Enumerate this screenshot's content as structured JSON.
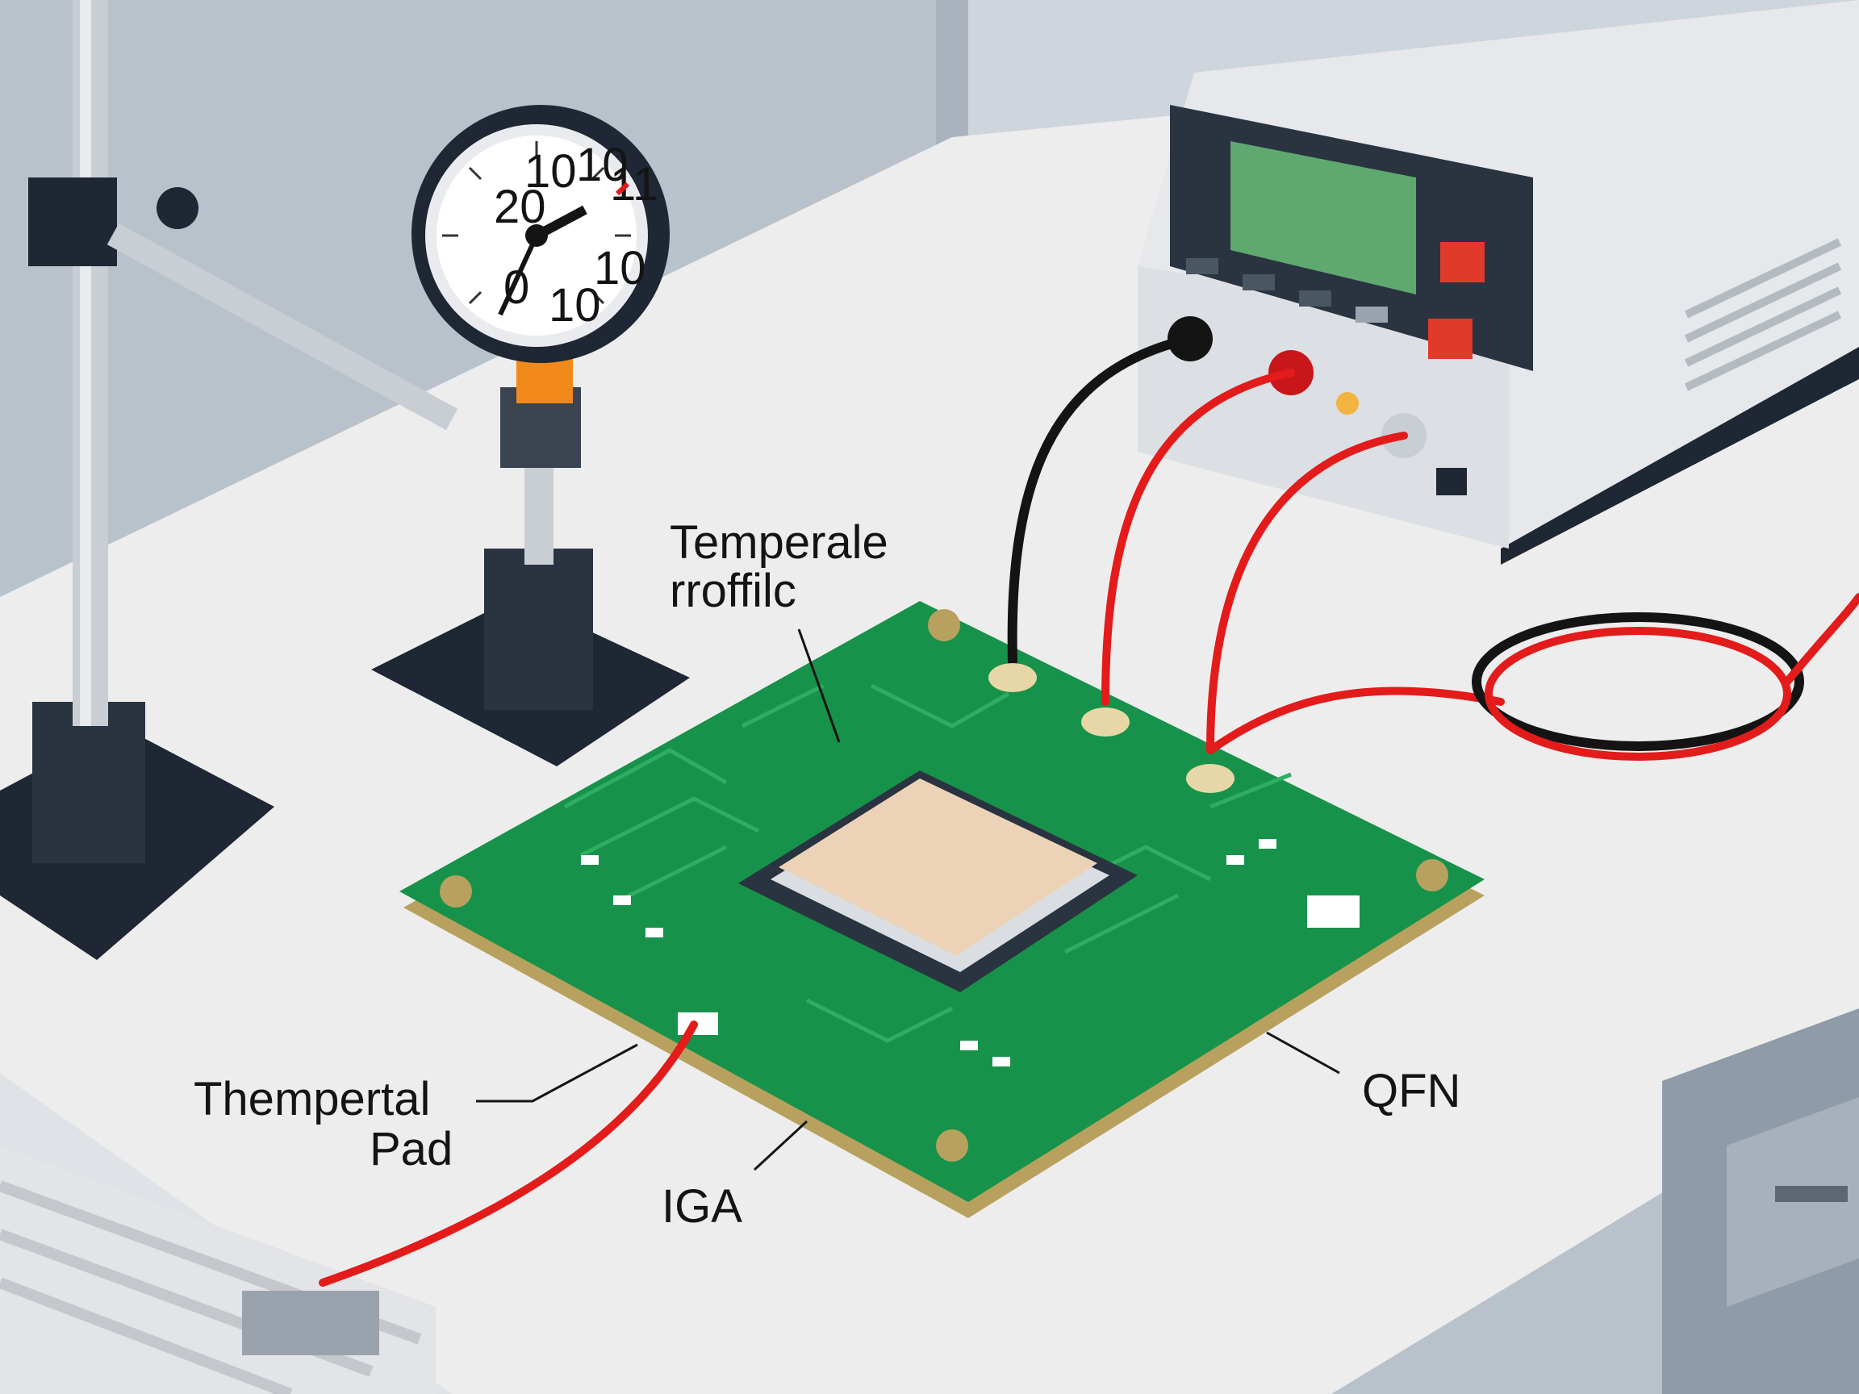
{
  "callouts": {
    "temperature_profile": {
      "line1": "Temperale",
      "line2": "rroffilc"
    },
    "thermal_pad": {
      "line1": "Thempertal",
      "line2": "Pad"
    },
    "qfn": "QFN",
    "bga": "IGA"
  },
  "gauge": {
    "tick_labels": [
      "10",
      "10",
      "20",
      "11",
      "10",
      "0",
      "10"
    ]
  },
  "colors": {
    "pcb_green": "#17924a",
    "pcb_edge": "#b8a15e",
    "chip_top": "#ecd3b8",
    "wire_red": "#e31b1b",
    "wire_black": "#141414",
    "display_green": "#5fa86f",
    "button_red": "#e03a2a",
    "bench_top": "#ededed",
    "wall": "#b9c1ca"
  }
}
